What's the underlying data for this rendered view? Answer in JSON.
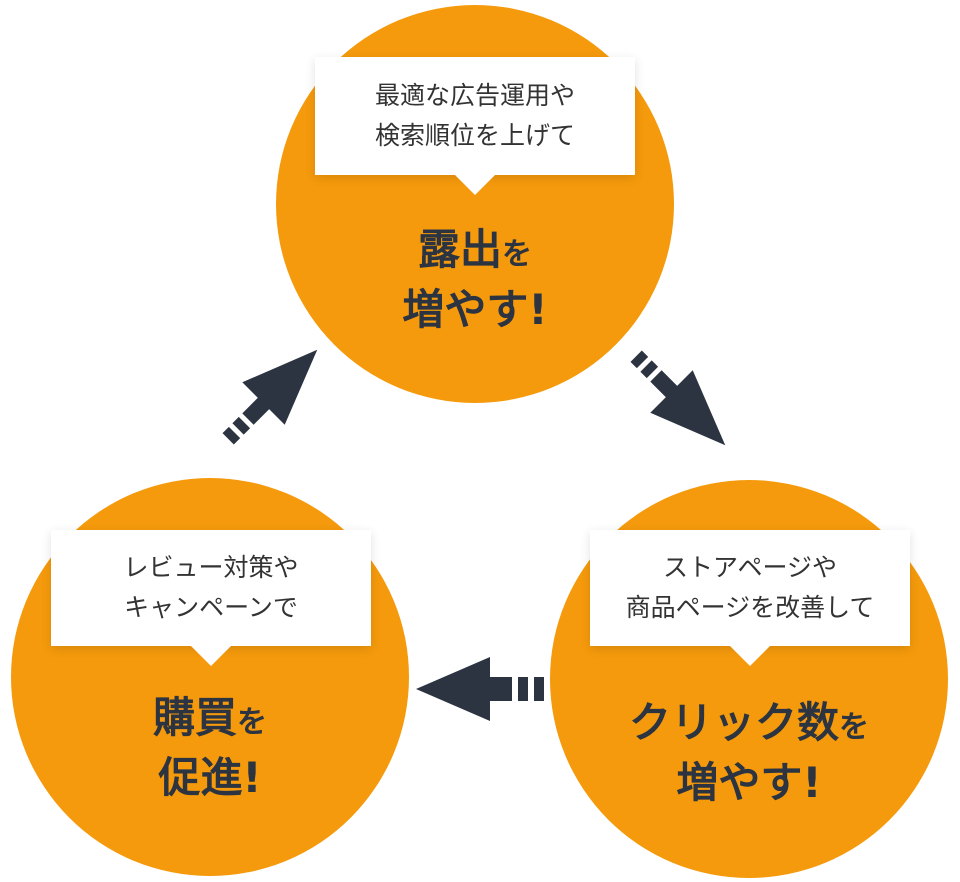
{
  "colors": {
    "circle": "#f59a0c",
    "arrow": "#2b3440",
    "text": "#333333"
  },
  "nodes": {
    "top": {
      "note_line1": "最適な広告運用や",
      "note_line2": "検索順位を上げて",
      "title_big1": "露出",
      "title_small1": "を",
      "title_big2": "増やす",
      "title_bang": "!"
    },
    "right": {
      "note_line1": "ストアページや",
      "note_line2": "商品ページを改善して",
      "title_big1": "クリック数",
      "title_small1": "を",
      "title_big2": "増やす",
      "title_bang": "!"
    },
    "left": {
      "note_line1": "レビュー対策や",
      "note_line2": "キャンペーンで",
      "title_big1": "購買",
      "title_small1": "を",
      "title_big2": "促進",
      "title_bang": "!"
    }
  },
  "arrows": [
    {
      "from": "top",
      "to": "right",
      "icon": "dashed-arrow-icon"
    },
    {
      "from": "right",
      "to": "left",
      "icon": "dashed-arrow-icon"
    },
    {
      "from": "left",
      "to": "top",
      "icon": "dashed-arrow-icon"
    }
  ]
}
